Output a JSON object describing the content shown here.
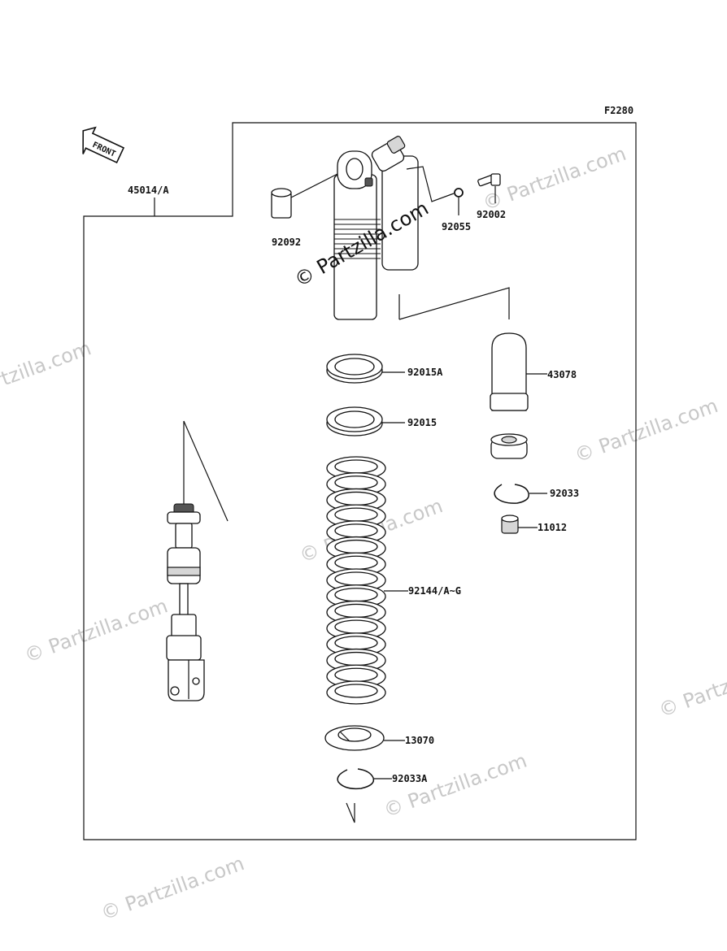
{
  "figure_code": "F2280",
  "front_label": "FRONT",
  "watermark": "© Partzilla.com",
  "labels": {
    "assembly": "45014/A",
    "p92092": "92092",
    "p92055": "92055",
    "p92002": "92002",
    "p92015A": "92015A",
    "p43078": "43078",
    "p92015": "92015",
    "p92033": "92033",
    "p11012": "11012",
    "p92144": "92144/A~G",
    "p13070": "13070",
    "p92033A": "92033A"
  }
}
